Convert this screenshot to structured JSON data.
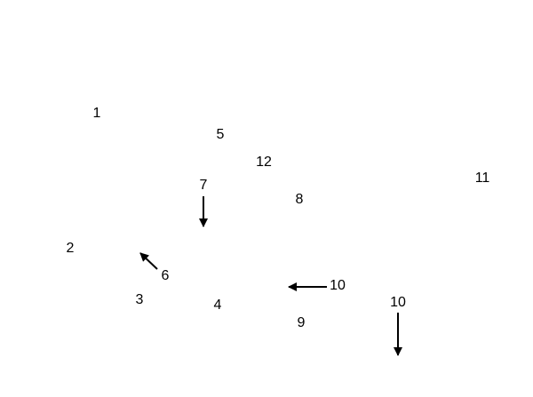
{
  "diagram": {
    "labels": [
      "1",
      "2",
      "3",
      "4",
      "5",
      "6",
      "7",
      "8",
      "9",
      "10",
      "10",
      "11",
      "12"
    ]
  }
}
